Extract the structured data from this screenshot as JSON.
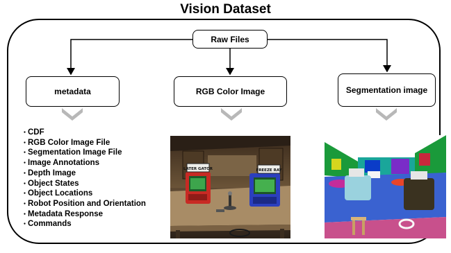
{
  "title": "Vision Dataset",
  "root": {
    "label": "Raw Files"
  },
  "branches": [
    {
      "label": "metadata"
    },
    {
      "label": "RGB Color Image"
    },
    {
      "label": "Segmentation image"
    }
  ],
  "metadata_items": [
    "CDF",
    "RGB Color Image File",
    "Segmentation Image File",
    "Image Annotations",
    "Depth Image",
    "Object States",
    "Object Locations",
    "Robot Position and Orientation",
    "Metadata Response",
    "Commands"
  ],
  "rgb_image": {
    "sign_left": "LATER GATOR",
    "sign_right": "FREEZE RAY"
  },
  "colors": {
    "chevron": "#b8b8b8",
    "frame": "#000000",
    "arrow": "#000000"
  }
}
